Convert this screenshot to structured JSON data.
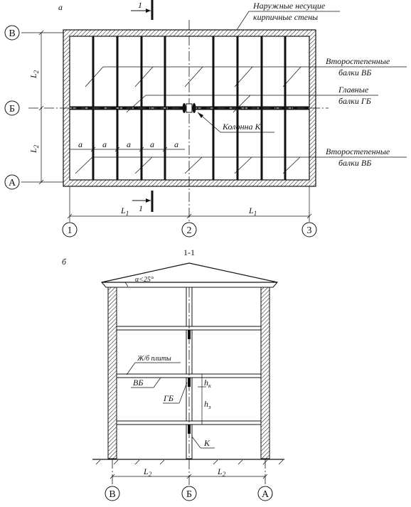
{
  "plan": {
    "letter": "а",
    "section_mark": "1",
    "walls_label": [
      "Наружные несущие",
      "кирпичные стены"
    ],
    "secondary_beams_label_top": [
      "Второстепенные",
      "балки ВБ"
    ],
    "main_beams_label": [
      "Главные",
      "балки ГБ"
    ],
    "column_label": "Колонна К",
    "secondary_beams_label_bottom": [
      "Второстепенные",
      "балки ВБ"
    ],
    "spacing_label": "a",
    "dim_L1": "L",
    "dim_L1_sub": "1",
    "dim_L2": "L",
    "dim_L2_sub": "2",
    "row_axes": [
      "В",
      "Б",
      "А"
    ],
    "col_axes": [
      "1",
      "2",
      "3"
    ]
  },
  "section": {
    "letter": "б",
    "title": "1-1",
    "roof_angle": "α<25°",
    "slabs_label": "Ж/б плиты",
    "vb_label": "ВБ",
    "gb_label": "ГБ",
    "hk_label": "h",
    "hk_sub": "к",
    "he_label": "h",
    "he_sub": "э",
    "column_label": "К",
    "dim_L2": "L",
    "dim_L2_sub": "2",
    "axes": [
      "В",
      "Б",
      "А"
    ]
  }
}
